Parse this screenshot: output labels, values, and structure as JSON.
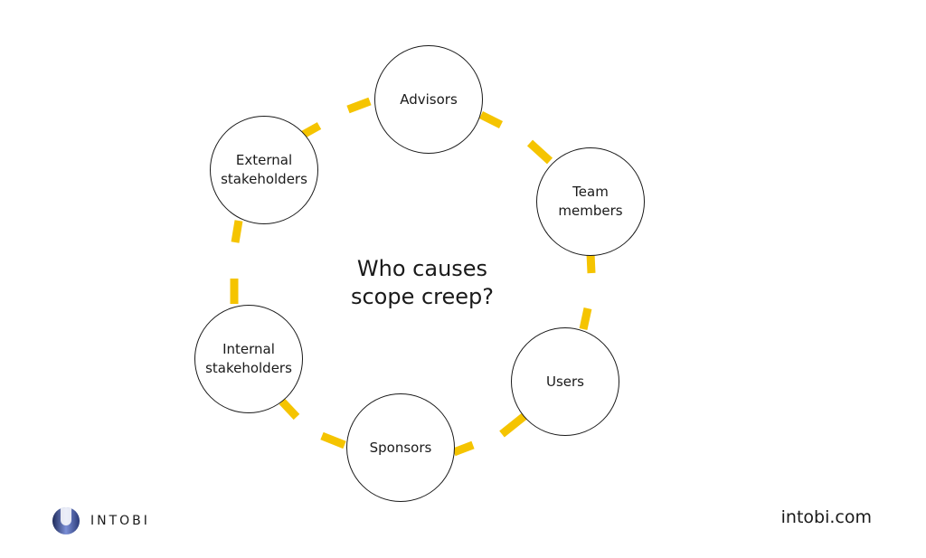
{
  "center": {
    "line1": "Who causes",
    "line2": "scope creep?"
  },
  "nodes": [
    {
      "id": "advisors",
      "lines": [
        "Advisors"
      ]
    },
    {
      "id": "team-members",
      "lines": [
        "Team",
        "members"
      ]
    },
    {
      "id": "users",
      "lines": [
        "Users"
      ]
    },
    {
      "id": "sponsors",
      "lines": [
        "Sponsors"
      ]
    },
    {
      "id": "internal-stakeholders",
      "lines": [
        "Internal",
        "stakeholders"
      ]
    },
    {
      "id": "external-stakeholders",
      "lines": [
        "External",
        "stakeholders"
      ]
    }
  ],
  "brand": {
    "name": "INTOBI",
    "site": "intobi.com"
  },
  "colors": {
    "accent": "#F5C400",
    "ink": "#1a1a1a",
    "background": "#ffffff"
  }
}
